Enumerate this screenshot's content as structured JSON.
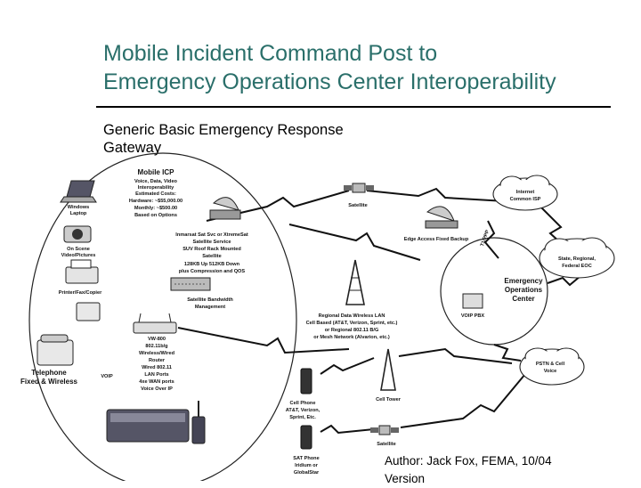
{
  "slide": {
    "title_line1": "Mobile Incident Command Post to",
    "title_line2": "Emergency Operations Center Interoperability",
    "subtitle_line1": "Generic Basic Emergency Response",
    "subtitle_line2": "Gateway",
    "author": "Author: Jack Fox, FEMA, 10/04",
    "author_line2": "Version"
  },
  "diagram": {
    "icp": {
      "header": "Mobile ICP",
      "lines": [
        "Voice, Data, Video",
        "Interoperability",
        "Estimated Costs:",
        "Hardware: ~$55,000.00",
        "Monthly: ~$500.00",
        "Based on Options"
      ]
    },
    "windows_laptop": [
      "Windows",
      "Laptop"
    ],
    "video": [
      "On Scene",
      "Video/Pictures"
    ],
    "printer": "Printer/Fax/Copier",
    "telephone": [
      "Telephone",
      "Fixed & Wireless"
    ],
    "voip_left": "VOIP",
    "sat_service": [
      "Inmarsat Sat Svc or XtremeSat",
      "Satellite Service",
      "SUV Roof Rack Mounted",
      "Satellite",
      "128KB Up 512KB Down",
      "plus Compression and QOS"
    ],
    "bandwidth": [
      "Satellite Bandwidth",
      "Management"
    ],
    "router": [
      "VW-800",
      "802.11b/g",
      "Wireless/Wired",
      "Router",
      "Wired 802.11",
      "LAN Ports",
      "4xe WAN ports",
      "Voice Over IP"
    ],
    "satellite_top": "Satellite",
    "satellite_bottom": "Satellite",
    "internet": [
      "Internet",
      "Common ISP"
    ],
    "edge_backup": "Edge Access Fixed Backup",
    "t1": "T1/PPP",
    "state_eoc": [
      "State, Regional,",
      "Federal EOC"
    ],
    "eoc": [
      "Emergency",
      "Operations",
      "Center"
    ],
    "voip_pbx": "VOIP PBX",
    "wireless_lan": [
      "Regional Data Wireless LAN",
      "Cell Based (AT&T, Verizon, Sprint, etc.)",
      "or Regional 802.11 B/G",
      "or Mesh Network (Alvarion, etc.)"
    ],
    "cell_phone": [
      "Cell Phone",
      "AT&T, Verizon,",
      "Sprint, Etc."
    ],
    "cell_tower": "Cell Tower",
    "pstn": [
      "PSTN & Cell",
      "Voice"
    ],
    "sat_phone": [
      "SAT Phone",
      "Iridium or",
      "GlobalStar"
    ]
  },
  "colors": {
    "title": "#2a6f6a",
    "rule": "#000000",
    "line": "#222222"
  }
}
